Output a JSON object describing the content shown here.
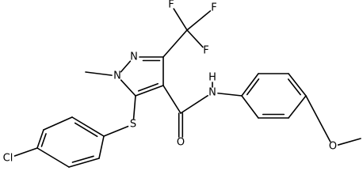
{
  "structure": {
    "atoms": [
      {
        "key": "F1",
        "label": "F"
      },
      {
        "key": "F2",
        "label": "F"
      },
      {
        "key": "F3",
        "label": "F"
      },
      {
        "key": "N2",
        "label": "N"
      },
      {
        "key": "N1",
        "label": "N"
      },
      {
        "key": "NH",
        "label": "N"
      },
      {
        "key": "H",
        "label": "H"
      },
      {
        "key": "O1",
        "label": "O"
      },
      {
        "key": "O2",
        "label": "O"
      },
      {
        "key": "S",
        "label": "S"
      },
      {
        "key": "Cl",
        "label": "Cl"
      }
    ],
    "methyl_labels": []
  }
}
